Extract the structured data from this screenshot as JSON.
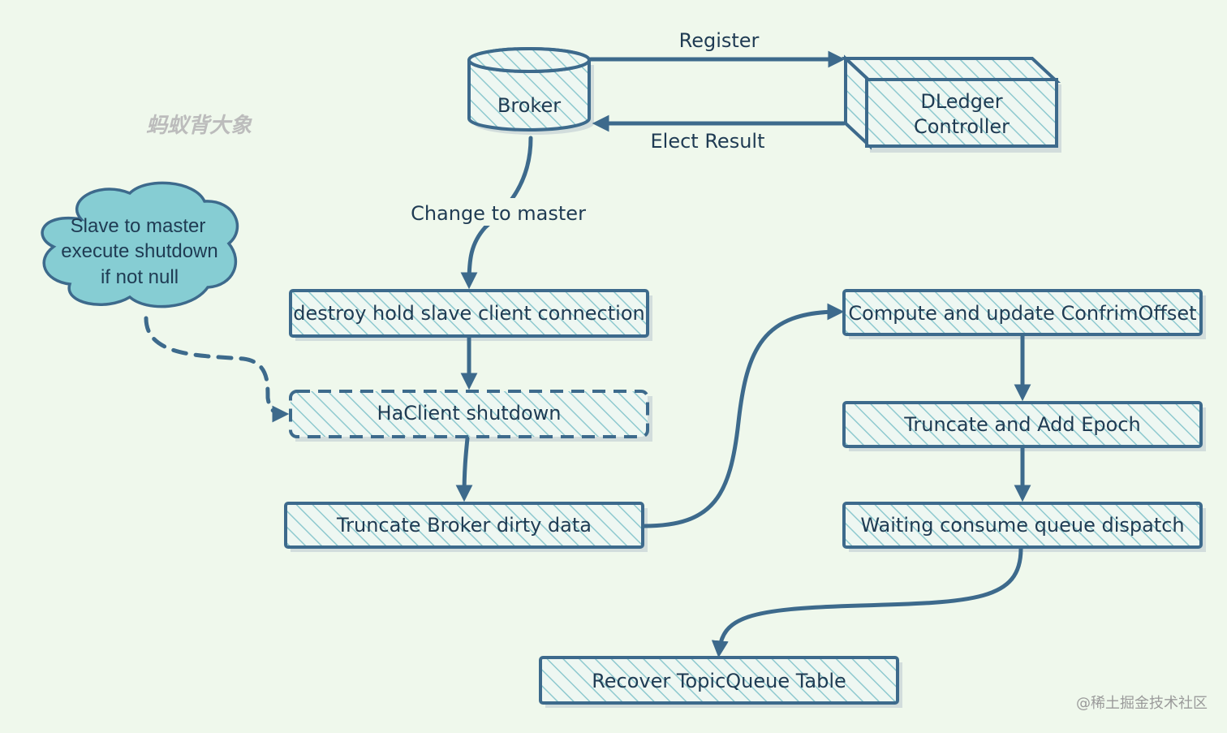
{
  "watermark": "蚂蚁背大象",
  "credit": "@稀土掘金技术社区",
  "nodes": {
    "broker": "Broker",
    "controller_line1": "DLedger",
    "controller_line2": "Controller",
    "destroy": "destroy hold slave client connection",
    "haclient": "HaClient shutdown",
    "truncate_broker": "Truncate Broker dirty data",
    "compute": "Compute and update ConfrimOffset",
    "truncate_epoch": "Truncate and Add Epoch",
    "waiting": "Waiting consume queue dispatch",
    "recover": "Recover TopicQueue Table"
  },
  "cloud": {
    "line1": "Slave to master",
    "line2": "execute shutdown",
    "line3": "if not null"
  },
  "edges": {
    "register": "Register",
    "elect_result": "Elect Result",
    "change_to_master": "Change to master"
  },
  "colors": {
    "background": "#eff8ec",
    "stroke": "#3d6a8c",
    "hatch": "#8ec9cf",
    "cloud_fill": "#86cdd3",
    "text": "#1f3b53"
  }
}
